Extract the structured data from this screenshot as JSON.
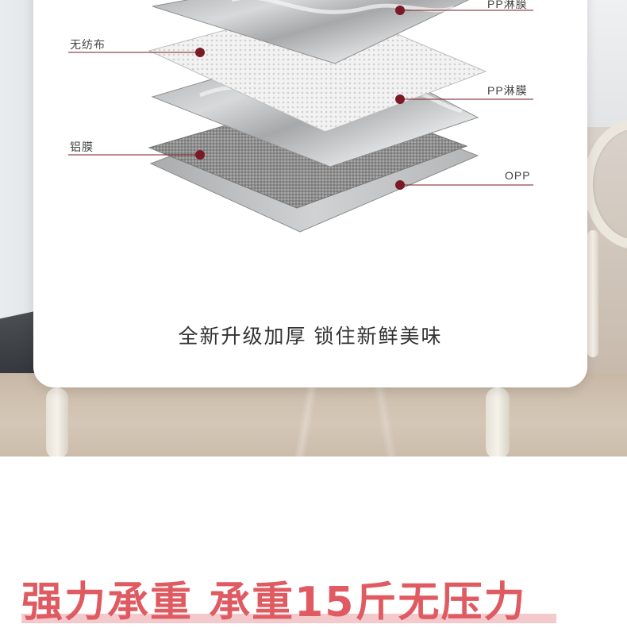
{
  "layers": {
    "label_top_right": "PP淋膜",
    "label_nonwoven": "无纺布",
    "label_mid_right": "PP淋膜",
    "label_aluminum": "铝膜",
    "label_opp": "OPP"
  },
  "caption": "全新升级加厚 锁住新鲜美味",
  "headline": "强力承重 承重15斤无压力",
  "colors": {
    "marker": "#7a1a24",
    "headline": "#e05a62",
    "headline_underline": "#f3c9cc"
  }
}
